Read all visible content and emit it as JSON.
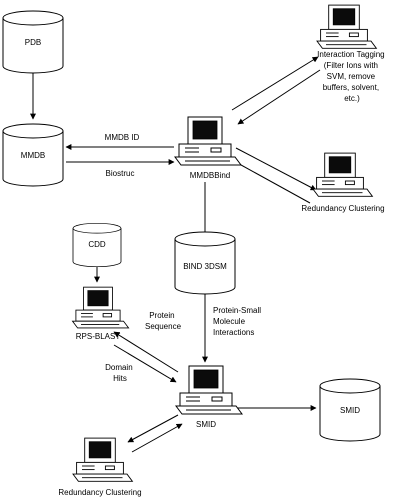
{
  "databases": {
    "pdb": "PDB",
    "mmdb": "MMDB",
    "cdd": "CDD",
    "bind3dsm": "BIND 3DSM",
    "smid_db": "SMID"
  },
  "computers": {
    "interaction_tagging": [
      "Interaction Tagging",
      "(Filter Ions with",
      "SVM, remove",
      "buffers, solvent,",
      "etc.)"
    ],
    "mmdbbind": "MMDBBind",
    "redundancy_top": "Redundancy Clustering",
    "rps_blast": "RPS-BLAST",
    "smid": "SMID",
    "redundancy_bottom": "Redundancy Clustering"
  },
  "edges": {
    "mmdb_id": "MMDB ID",
    "biostruc": "Biostruc",
    "protein_small_molecule": [
      "Protein-Small",
      "Molecule",
      "Interactions"
    ],
    "protein_sequence": [
      "Protein",
      "Sequence"
    ],
    "domain_hits": [
      "Domain",
      "Hits"
    ]
  }
}
